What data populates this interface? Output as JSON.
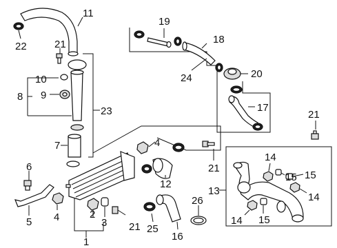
{
  "callouts": {
    "c1": "1",
    "c2": "2",
    "c3": "3",
    "c4a": "4",
    "c4b": "4",
    "c5": "5",
    "c6": "6",
    "c7": "7",
    "c8": "8",
    "c9": "9",
    "c10": "10",
    "c11": "11",
    "c12": "12",
    "c13": "13",
    "c14a": "14",
    "c14b": "14",
    "c14c": "14",
    "c15a": "15",
    "c15b": "15",
    "c15c": "15",
    "c16": "16",
    "c17": "17",
    "c18": "18",
    "c19": "19",
    "c20": "20",
    "c21a": "21",
    "c21b": "21",
    "c21c": "21",
    "c21d": "21",
    "c22": "22",
    "c23": "23",
    "c24": "24",
    "c25": "25",
    "c26": "26"
  }
}
